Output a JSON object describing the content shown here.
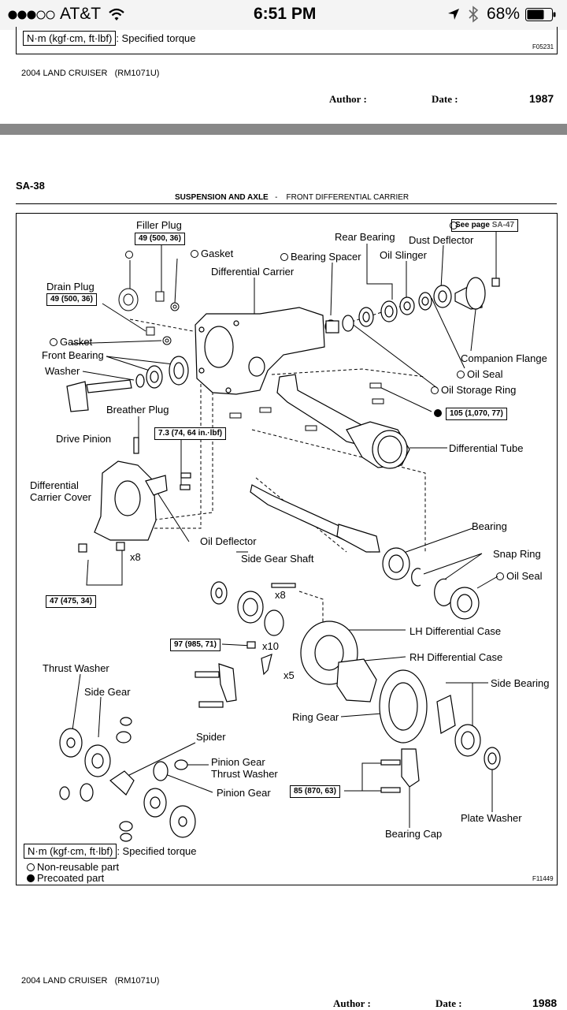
{
  "status_bar": {
    "carrier": "AT&T",
    "time": "6:51 PM",
    "battery": "68%",
    "icons": [
      "signal-dots-icon",
      "wifi-icon",
      "location-arrow-icon",
      "bluetooth-icon",
      "battery-icon"
    ]
  },
  "top_page": {
    "torque_legend_box": "N·m (kgf·cm, ft·lbf)",
    "torque_legend_text": ": Specified torque",
    "figure_code": "F05231",
    "footer_model": "2004 LAND CRUISER",
    "footer_manual": "(RM1071U)",
    "author_label": "Author :",
    "date_label": "Date :",
    "page_number": "1987"
  },
  "page": {
    "section_code": "SA-38",
    "header_main": "SUSPENSION AND AXLE",
    "header_sep": "-",
    "header_sub": "FRONT DIFFERENTIAL CARRIER",
    "see_page_label": "See page",
    "see_page_ref": "SA-47",
    "figure_code": "F11449",
    "legend": {
      "torque_box": "N·m (kgf·cm, ft·lbf)",
      "torque_text": ": Specified torque",
      "nonreusable": "Non-reusable part",
      "precoated": "Precoated part"
    },
    "footer_model": "2004 LAND CRUISER",
    "footer_manual": "(RM1071U)",
    "author_label": "Author :",
    "date_label": "Date :",
    "page_number": "1988"
  },
  "labels": {
    "filler_plug": "Filler Plug",
    "gasket_top": "Gasket",
    "bearing_spacer": "Bearing Spacer",
    "rear_bearing": "Rear Bearing",
    "dust_deflector": "Dust Deflector",
    "oil_slinger": "Oil Slinger",
    "differential_carrier": "Differential Carrier",
    "drain_plug": "Drain Plug",
    "gasket_left": "Gasket",
    "front_bearing": "Front Bearing",
    "washer": "Washer",
    "companion_flange": "Companion Flange",
    "oil_seal_top": "Oil Seal",
    "oil_storage_ring": "Oil Storage Ring",
    "breather_plug": "Breather Plug",
    "drive_pinion": "Drive Pinion",
    "differential_tube": "Differential Tube",
    "differential_carrier_cover_1": "Differential",
    "differential_carrier_cover_2": "Carrier Cover",
    "oil_deflector": "Oil Deflector",
    "x8_a": "x8",
    "side_gear_shaft": "Side Gear Shaft",
    "bearing": "Bearing",
    "snap_ring": "Snap Ring",
    "oil_seal_right": "Oil Seal",
    "x8_b": "x8",
    "lh_differential_case": "LH Differential Case",
    "x10": "x10",
    "rh_differential_case": "RH Differential Case",
    "x5": "x5",
    "thrust_washer": "Thrust Washer",
    "side_bearing": "Side Bearing",
    "side_gear": "Side Gear",
    "ring_gear": "Ring Gear",
    "spider": "Spider",
    "pinion_gear_thrust_washer_1": "Pinion Gear",
    "pinion_gear_thrust_washer_2": "Thrust Washer",
    "pinion_gear": "Pinion Gear",
    "plate_washer": "Plate Washer",
    "bearing_cap": "Bearing Cap"
  },
  "torques": {
    "filler_plug": "49 (500, 36)",
    "drain_plug": "49 (500, 36)",
    "breather": "7.3 (74, 64 in.·lbf)",
    "flange_nut": "105 (1,070, 77)",
    "cover_bolts": "47 (475, 34)",
    "ring_gear_bolts": "97 (985, 71)",
    "bearing_cap": "85 (870, 63)"
  }
}
